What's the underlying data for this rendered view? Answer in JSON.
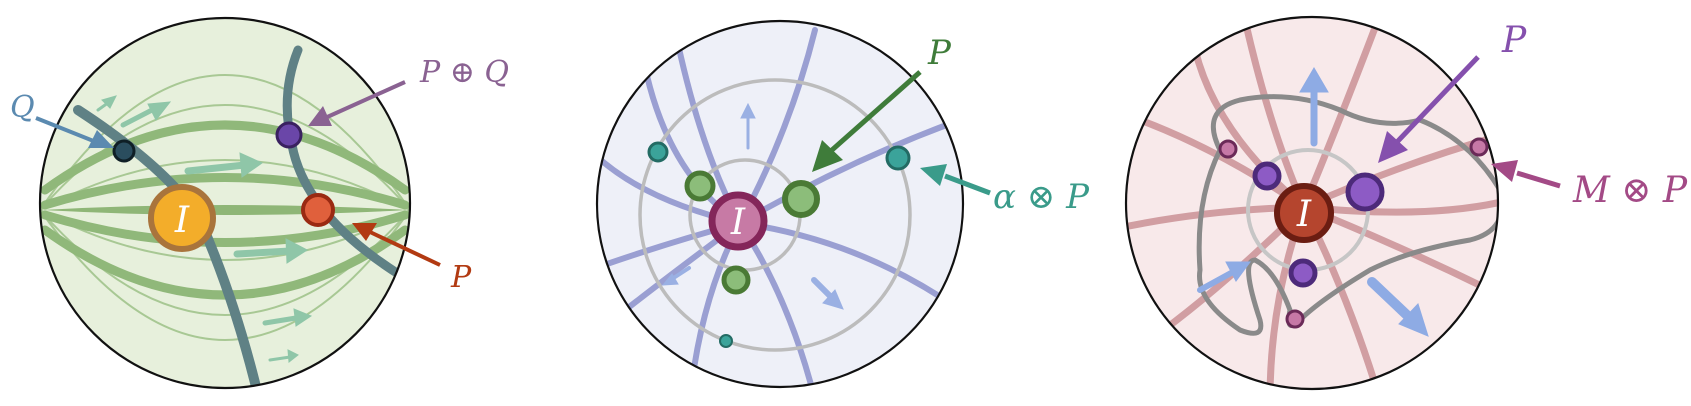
{
  "panels": [
    {
      "colors": {
        "disk": "#e7f0dc",
        "stroke": "#8fb677",
        "center": "#f3ad2a",
        "center_ring": "#a9743c",
        "flow": "#8fc6a8",
        "curve": "#5f8185"
      },
      "center_label": "I",
      "labels": [
        {
          "text": "Q",
          "color": "#5b8ab0"
        },
        {
          "text": "P ⊕ Q",
          "color": "#8a6292"
        },
        {
          "text": "P",
          "color": "#b23a12"
        }
      ]
    },
    {
      "colors": {
        "disk": "#eef0f8",
        "stroke": "#9a9fd2",
        "center": "#c77aa5",
        "center_ring": "#84265a",
        "ring": "#bcbcbc",
        "node": "#8cbd7a",
        "node_ring": "#4a7a35",
        "teal": "#3ba39a",
        "flow": "#9ab0e3"
      },
      "center_label": "I",
      "labels": [
        {
          "text": "P",
          "color": "#3f7c3a"
        },
        {
          "text": "α ⊗ P",
          "color": "#3a9b8a"
        }
      ]
    },
    {
      "colors": {
        "disk": "#f8e9ea",
        "stroke": "#cf9a9e",
        "center": "#b5452e",
        "center_ring": "#6b1d12",
        "ring": "#bcbcbc",
        "node": "#8d5bc5",
        "node_ring": "#4d2a7a",
        "pink": "#c678a6",
        "flow": "#8eabe4",
        "curve": "#8a8a8a"
      },
      "center_label": "I",
      "labels": [
        {
          "text": "P",
          "color": "#8550ad"
        },
        {
          "text": "M ⊗ P",
          "color": "#a34a86"
        }
      ]
    }
  ]
}
